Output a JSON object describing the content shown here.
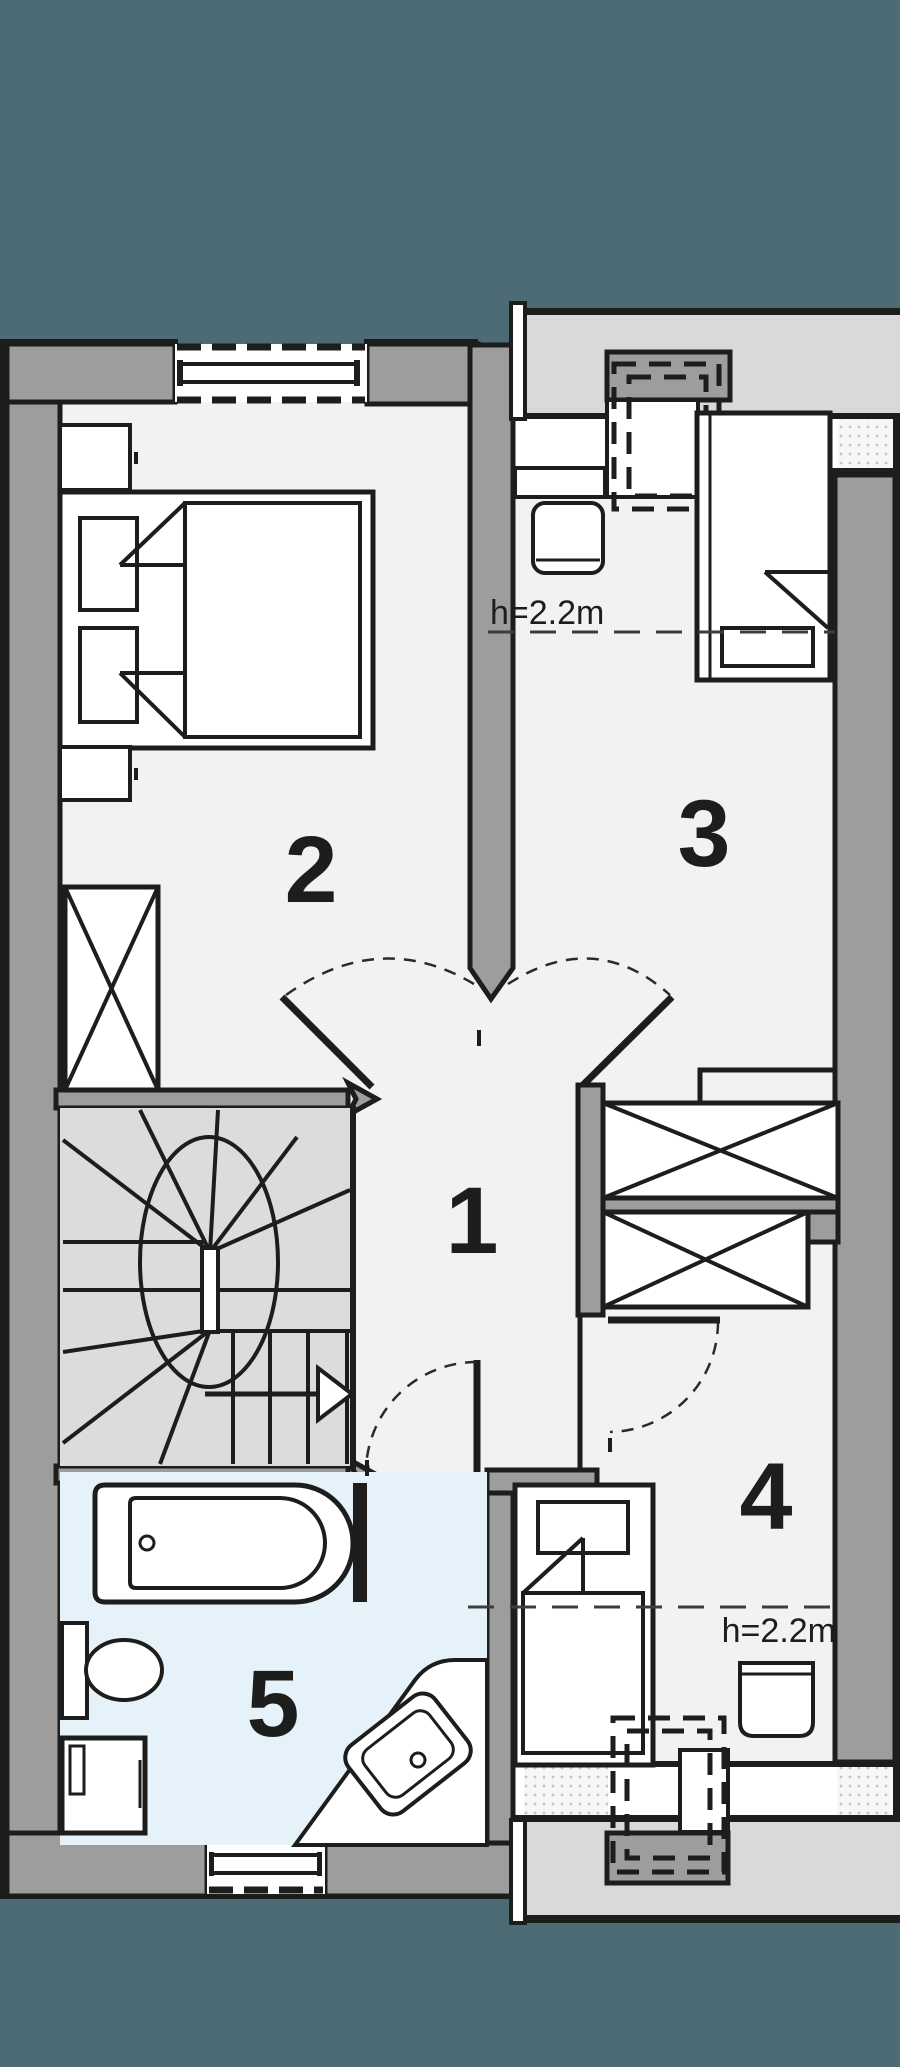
{
  "plan": {
    "type": "attic-floor-plan",
    "rooms": [
      {
        "number": "1",
        "name": "hall-landing"
      },
      {
        "number": "2",
        "name": "bedroom-left"
      },
      {
        "number": "3",
        "name": "bedroom-right-top"
      },
      {
        "number": "4",
        "name": "bedroom-right-bottom"
      },
      {
        "number": "5",
        "name": "bathroom"
      }
    ],
    "annotations": {
      "room3_height": "h=2.2m",
      "room4_height": "h=2.2m"
    },
    "colors": {
      "background": "#4d6b75",
      "wall": "#9d9d9b",
      "floor": "#f2f2f2",
      "stair_floor": "#dcdcdc",
      "bathroom_floor": "#e6f2fa",
      "roof_overhang": "#d9d9d9",
      "line": "#1d1d1b"
    }
  }
}
